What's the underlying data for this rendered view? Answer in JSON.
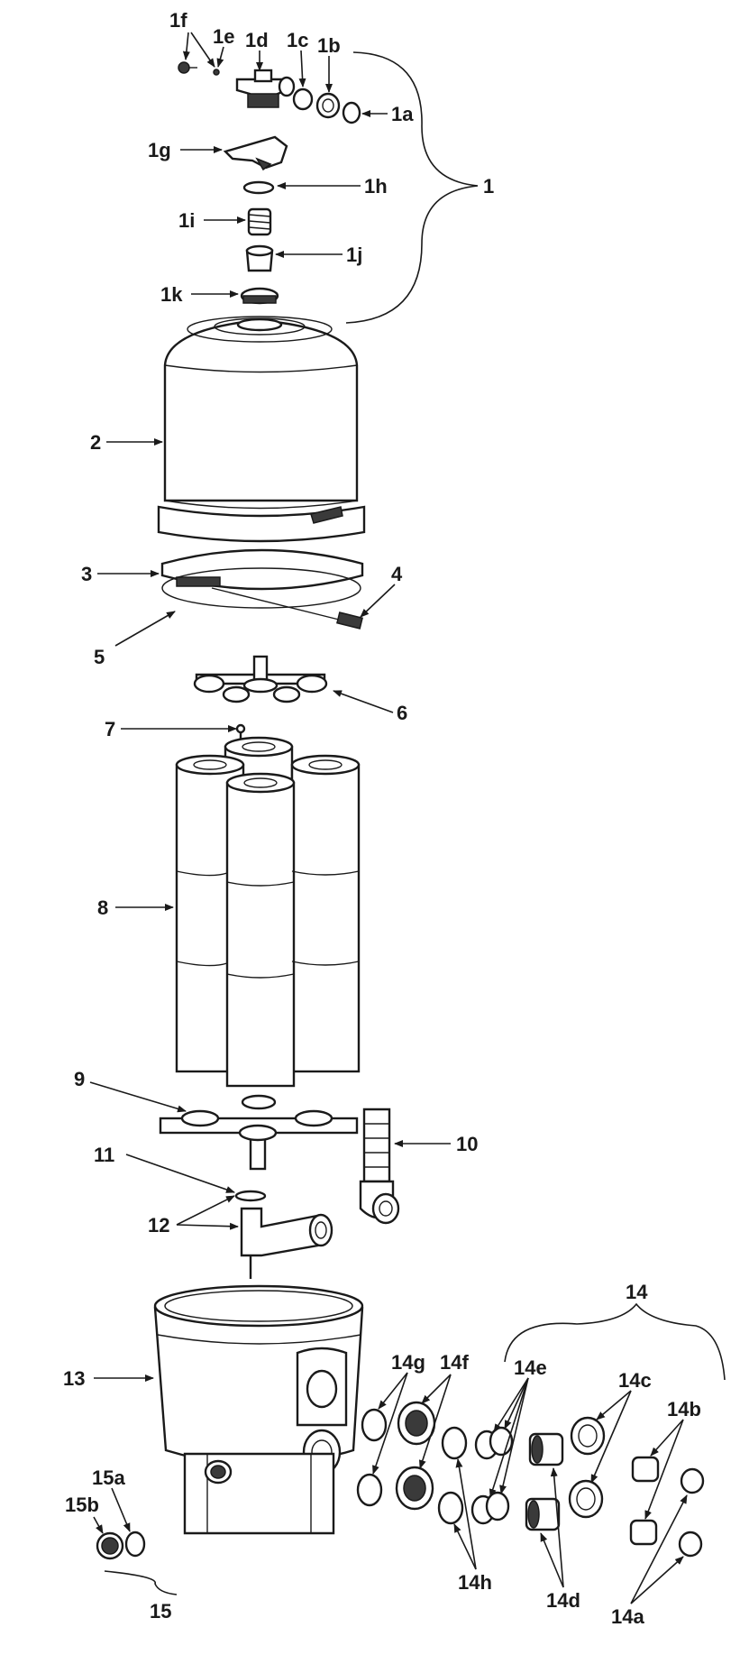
{
  "diagram": {
    "labels": {
      "p1": "1",
      "p1a": "1a",
      "p1b": "1b",
      "p1c": "1c",
      "p1d": "1d",
      "p1e": "1e",
      "p1f": "1f",
      "p1g": "1g",
      "p1h": "1h",
      "p1i": "1i",
      "p1j": "1j",
      "p1k": "1k",
      "p2": "2",
      "p3": "3",
      "p4": "4",
      "p5": "5",
      "p6": "6",
      "p7": "7",
      "p8": "8",
      "p9": "9",
      "p10": "10",
      "p11": "11",
      "p12": "12",
      "p13": "13",
      "p14": "14",
      "p14a": "14a",
      "p14b": "14b",
      "p14c": "14c",
      "p14d": "14d",
      "p14e": "14e",
      "p14f": "14f",
      "p14g": "14g",
      "p14h": "14h",
      "p15": "15",
      "p15a": "15a",
      "p15b": "15b"
    }
  }
}
